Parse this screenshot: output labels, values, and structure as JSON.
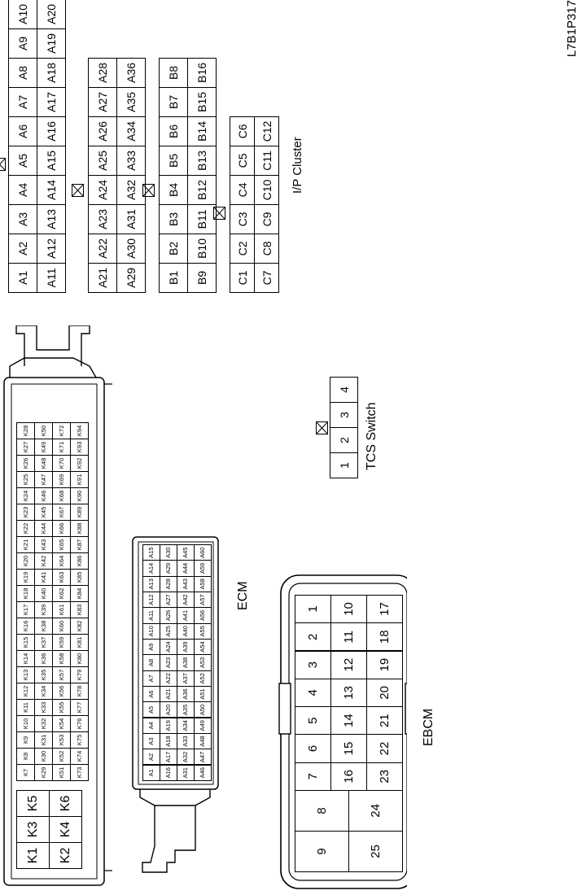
{
  "figure_id": "L7B1P317",
  "labels": {
    "ip_cluster": "I/P Cluster",
    "tcs_switch": "TCS Switch",
    "ecm": "ECM",
    "ebcm": "EBCM"
  },
  "ip_cluster": {
    "block_a1": [
      [
        "A1",
        "A2",
        "A3",
        "A4",
        "A5",
        "A6",
        "A7",
        "A8",
        "A9",
        "A10"
      ],
      [
        "A11",
        "A12",
        "A13",
        "A14",
        "A15",
        "A16",
        "A17",
        "A18",
        "A19",
        "A20"
      ]
    ],
    "block_a2": [
      [
        "A21",
        "A22",
        "A23",
        "A24",
        "A25",
        "A26",
        "A27",
        "A28"
      ],
      [
        "A29",
        "A30",
        "A31",
        "A32",
        "A33",
        "A34",
        "A35",
        "A36"
      ]
    ],
    "block_b": [
      [
        "B1",
        "B2",
        "B3",
        "B4",
        "B5",
        "B6",
        "B7",
        "B8"
      ],
      [
        "B9",
        "B10",
        "B11",
        "B12",
        "B13",
        "B14",
        "B15",
        "B16"
      ]
    ],
    "block_c": [
      [
        "C1",
        "C2",
        "C3",
        "C4",
        "C5",
        "C6"
      ],
      [
        "C7",
        "C8",
        "C9",
        "C10",
        "C11",
        "C12"
      ]
    ]
  },
  "tcs_switch": {
    "pins": [
      "1",
      "2",
      "3",
      "4"
    ]
  },
  "ecm": {
    "k_big": [
      [
        "K1",
        "K3",
        "K5"
      ],
      [
        "K2",
        "K4",
        "K6"
      ]
    ],
    "k_rows": [
      [
        "K7",
        "K8",
        "K9",
        "K10",
        "K11",
        "K12",
        "K13",
        "K14",
        "K15",
        "K16",
        "K17",
        "K18",
        "K19",
        "K20",
        "K21",
        "K22",
        "K23",
        "K24",
        "K25",
        "K26",
        "K27",
        "K28"
      ],
      [
        "K29",
        "K30",
        "K31",
        "K32",
        "K33",
        "K34",
        "K35",
        "K36",
        "K37",
        "K38",
        "K39",
        "K40",
        "K41",
        "K42",
        "K43",
        "K44",
        "K45",
        "K46",
        "K47",
        "K48",
        "K49",
        "K50"
      ],
      [
        "K51",
        "K52",
        "K53",
        "K54",
        "K55",
        "K56",
        "K57",
        "K58",
        "K59",
        "K60",
        "K61",
        "K62",
        "K63",
        "K64",
        "K65",
        "K66",
        "K67",
        "K68",
        "K69",
        "K70",
        "K71",
        "K72"
      ],
      [
        "K73",
        "K74",
        "K75",
        "K76",
        "K77",
        "K78",
        "K79",
        "K80",
        "K81",
        "K82",
        "K83",
        "K84",
        "K85",
        "K86",
        "K87",
        "K88",
        "K89",
        "K90",
        "K91",
        "K92",
        "K93",
        "K94"
      ]
    ],
    "a_rows": [
      [
        "A1",
        "A2",
        "A3",
        "A4",
        "A5",
        "A6",
        "A7",
        "A8",
        "A9",
        "A10",
        "A11",
        "A12",
        "A13",
        "A14",
        "A15"
      ],
      [
        "A16",
        "A17",
        "A18",
        "A19",
        "A20",
        "A21",
        "A22",
        "A23",
        "A24",
        "A25",
        "A26",
        "A27",
        "A28",
        "A29",
        "A30"
      ],
      [
        "A31",
        "A32",
        "A33",
        "A34",
        "A35",
        "A36",
        "A37",
        "A38",
        "A39",
        "A40",
        "A41",
        "A42",
        "A43",
        "A44",
        "A45"
      ],
      [
        "A46",
        "A47",
        "A48",
        "A49",
        "A50",
        "A51",
        "A52",
        "A53",
        "A54",
        "A55",
        "A56",
        "A57",
        "A58",
        "A59",
        "A60"
      ]
    ]
  },
  "ebcm": {
    "big": [
      [
        "9",
        "8"
      ],
      [
        "25",
        "24"
      ]
    ],
    "rows": [
      [
        "7",
        "6",
        "5",
        "4",
        "3",
        "2",
        "1"
      ],
      [
        "16",
        "15",
        "14",
        "13",
        "12",
        "11",
        "10"
      ],
      [
        "23",
        "22",
        "21",
        "20",
        "19",
        "18",
        "17"
      ]
    ]
  }
}
